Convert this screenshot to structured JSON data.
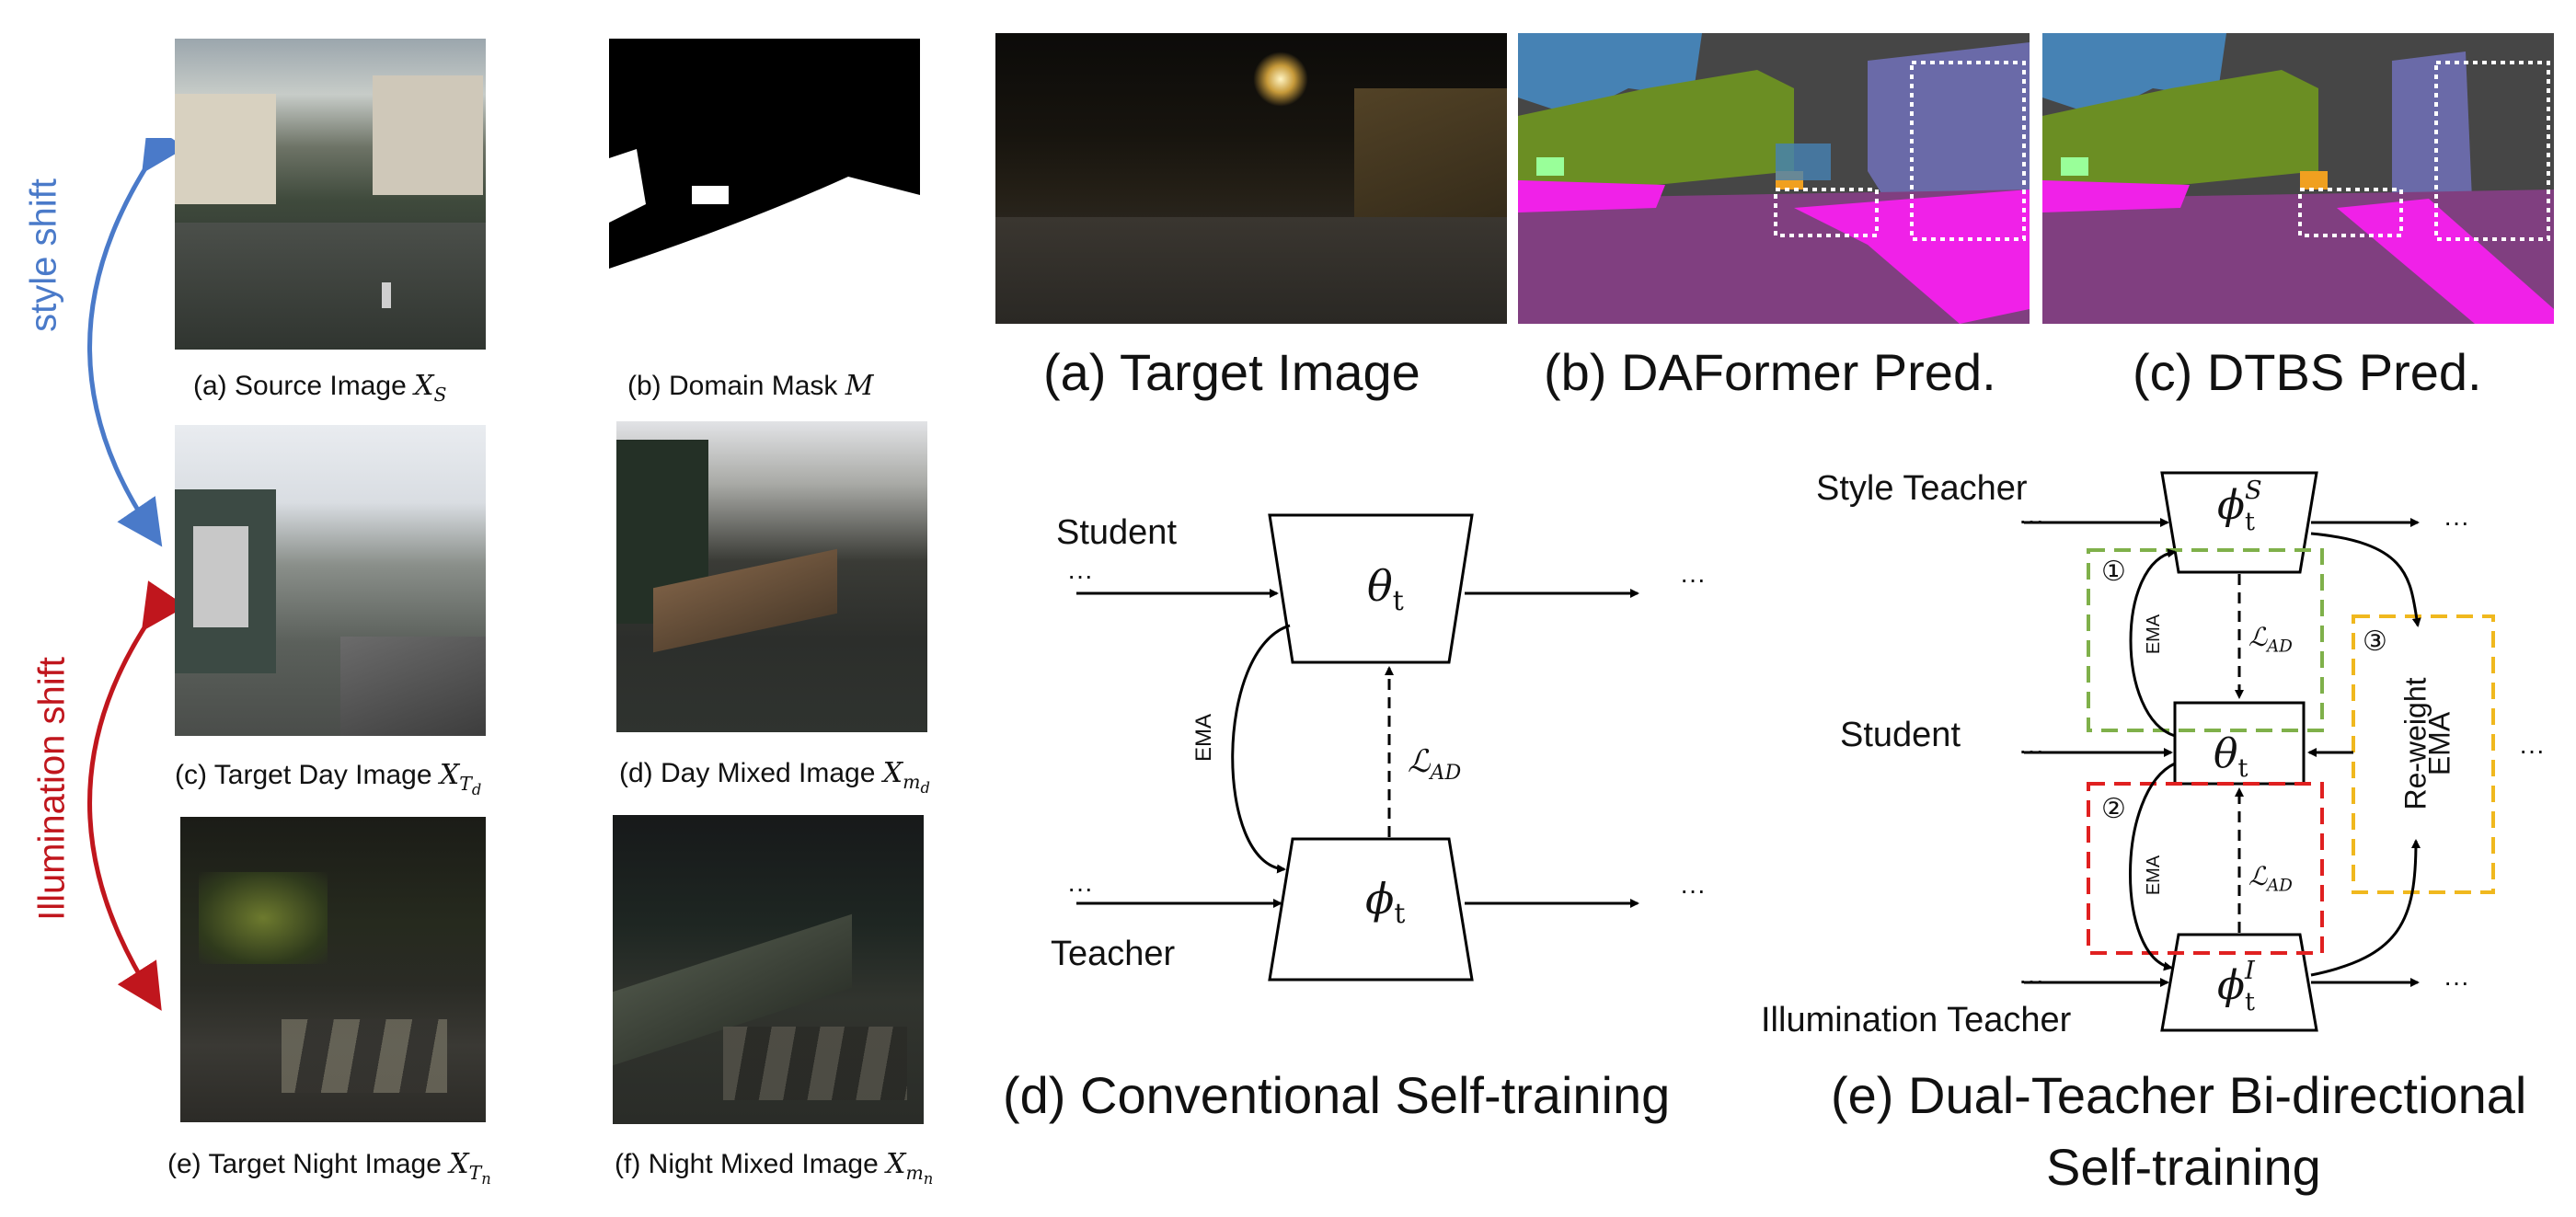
{
  "left_panel": {
    "style_label": "style shift",
    "illum_label": "Illumination shift",
    "colors": {
      "style_arrow": "#4a7ac9",
      "illum_arrow": "#c0161d"
    },
    "captions": {
      "a": {
        "text": "(a) Source Image ",
        "var": "X",
        "sub": "S"
      },
      "b": {
        "text": "(b) Domain Mask ",
        "var": "M",
        "sub": ""
      },
      "c": {
        "text": "(c) Target Day Image ",
        "var": "X",
        "sub": "T",
        "subsub": "d"
      },
      "d": {
        "text": "(d) Day Mixed Image ",
        "var": "X",
        "sub": "m",
        "subsub": "d"
      },
      "e": {
        "text": "(e) Target Night Image ",
        "var": "X",
        "sub": "T",
        "subsub": "n"
      },
      "f": {
        "text": "(f) Night Mixed Image ",
        "var": "X",
        "sub": "m",
        "subsub": "n"
      }
    }
  },
  "top_right": {
    "captions": {
      "a": "(a) Target Image",
      "b": "(b) DAFormer Pred.",
      "c": "(c) DTBS Pred."
    }
  },
  "diagram_d": {
    "student_label": "Student",
    "teacher_label": "Teacher",
    "theta": "θ",
    "theta_sub": "t",
    "phi": "ϕ",
    "phi_sub": "t",
    "ema": "EMA",
    "loss": "ℒ",
    "loss_sub": "AD",
    "ellipsis": "···",
    "caption": "(d) Conventional Self-training"
  },
  "diagram_e": {
    "style_teacher_label": "Style Teacher",
    "student_label": "Student",
    "illum_teacher_label": "Illumination Teacher",
    "phi_style": "ϕ",
    "phi_style_sub": "t",
    "phi_style_sup": "S",
    "phi_illum": "ϕ",
    "phi_illum_sub": "t",
    "phi_illum_sup": "I",
    "theta": "θ",
    "theta_sub": "t",
    "ema": "EMA",
    "loss": "ℒ",
    "loss_sub": "AD",
    "reweight": "Re-weight",
    "reweight_ema": "EMA",
    "num1": "①",
    "num2": "②",
    "num3": "③",
    "ellipsis": "···",
    "caption_line1": "(e) Dual-Teacher Bi-directional",
    "caption_line2": "Self-training",
    "colors": {
      "box1": "#7fb04a",
      "box2": "#e02020",
      "box3": "#f0b81e"
    }
  }
}
